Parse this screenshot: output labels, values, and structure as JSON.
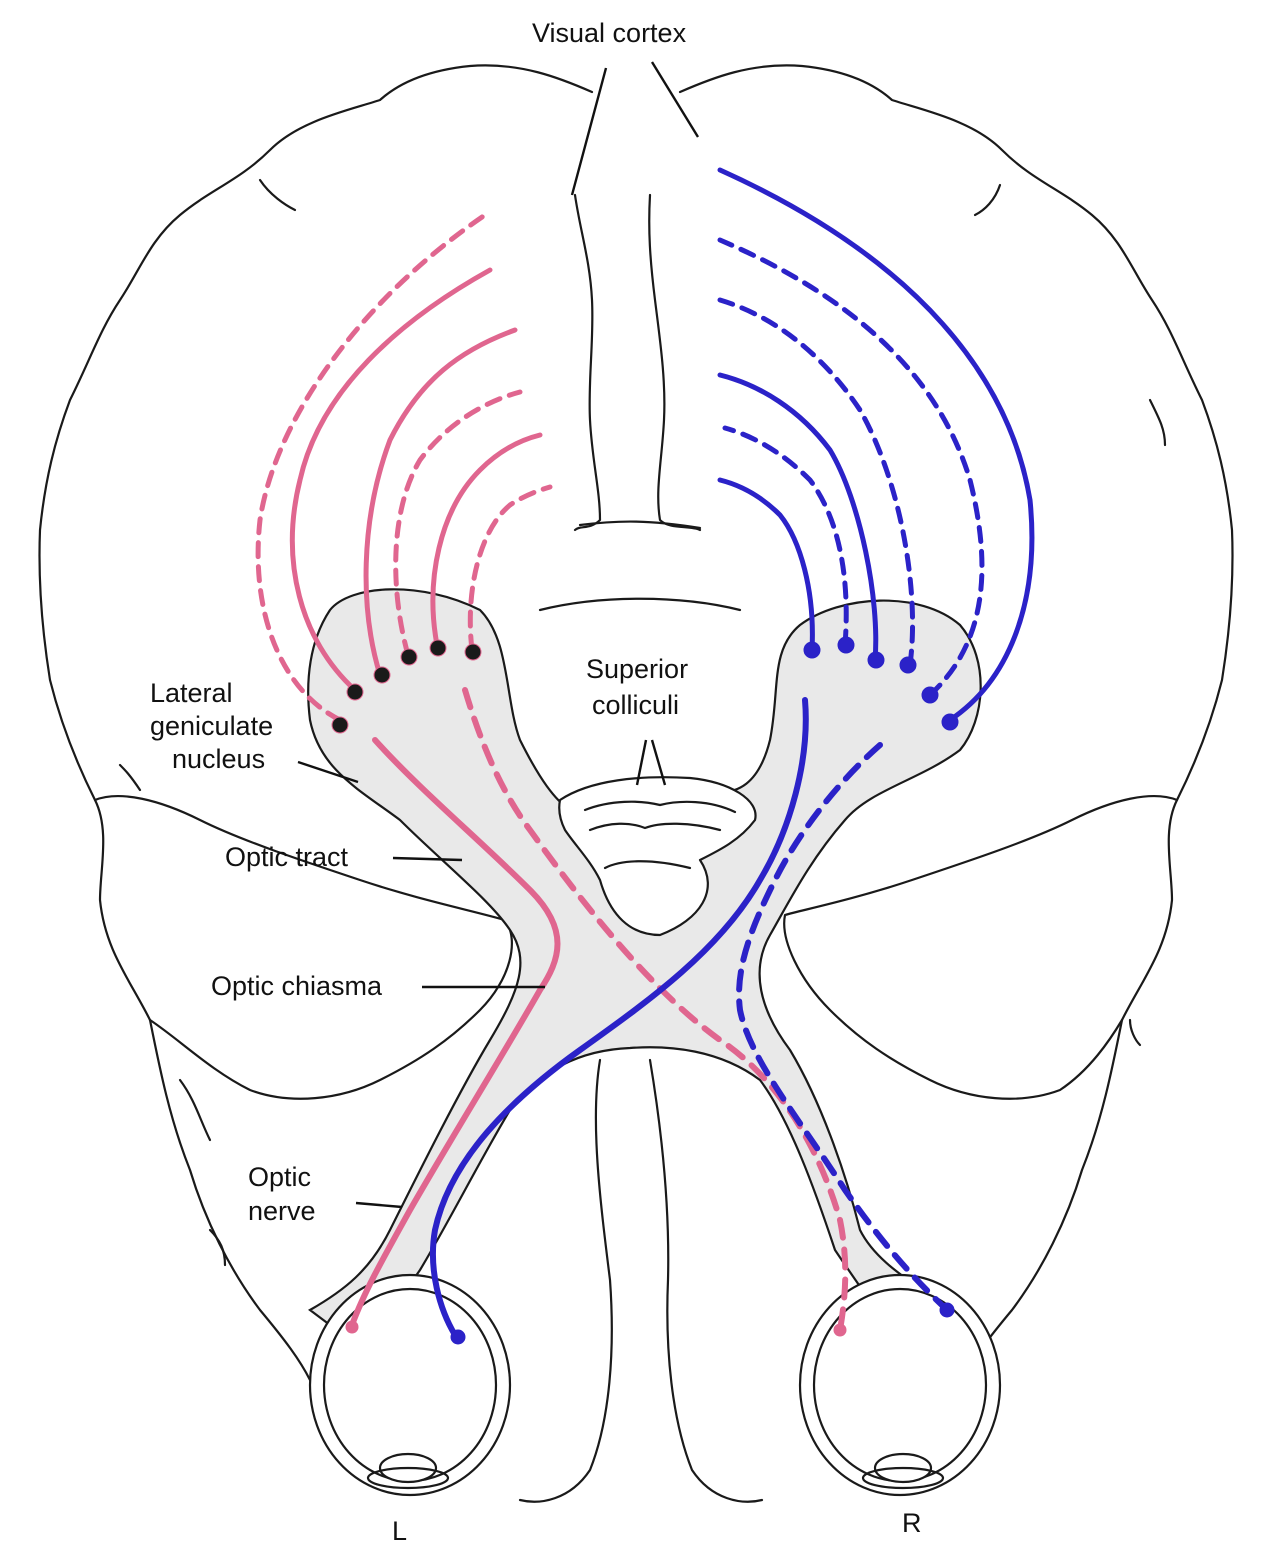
{
  "labels": {
    "visual_cortex": "Visual cortex",
    "lgn_line1": "Lateral",
    "lgn_line2": "geniculate",
    "lgn_line3": "nucleus",
    "superior_line1": "Superior",
    "superior_line2": "colliculi",
    "optic_tract": "Optic tract",
    "optic_chiasma": "Optic chiasma",
    "optic_nerve_line1": "Optic",
    "optic_nerve_line2": "nerve",
    "left_eye": "L",
    "right_eye": "R"
  },
  "colors": {
    "left_pathway": "#e0668f",
    "right_pathway": "#2b22c8",
    "outline": "#1a1a1a"
  }
}
